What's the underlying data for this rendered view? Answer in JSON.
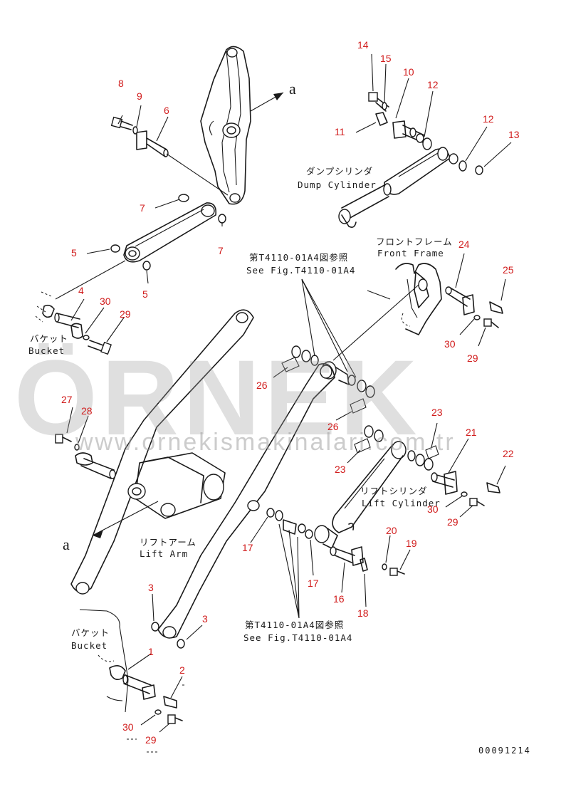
{
  "callouts": [
    {
      "id": "c1",
      "text": "1"
    },
    {
      "id": "c2",
      "text": "2"
    },
    {
      "id": "c3a",
      "text": "3"
    },
    {
      "id": "c3b",
      "text": "3"
    },
    {
      "id": "c4",
      "text": "4"
    },
    {
      "id": "c5a",
      "text": "5"
    },
    {
      "id": "c5b",
      "text": "5"
    },
    {
      "id": "c6",
      "text": "6"
    },
    {
      "id": "c7a",
      "text": "7"
    },
    {
      "id": "c7b",
      "text": "7"
    },
    {
      "id": "c8",
      "text": "8"
    },
    {
      "id": "c9",
      "text": "9"
    },
    {
      "id": "c10",
      "text": "10"
    },
    {
      "id": "c11",
      "text": "11"
    },
    {
      "id": "c12a",
      "text": "12"
    },
    {
      "id": "c12b",
      "text": "12"
    },
    {
      "id": "c13",
      "text": "13"
    },
    {
      "id": "c14",
      "text": "14"
    },
    {
      "id": "c15",
      "text": "15"
    },
    {
      "id": "c16",
      "text": "16"
    },
    {
      "id": "c17a",
      "text": "17"
    },
    {
      "id": "c17b",
      "text": "17"
    },
    {
      "id": "c18",
      "text": "18"
    },
    {
      "id": "c19",
      "text": "19"
    },
    {
      "id": "c20",
      "text": "20"
    },
    {
      "id": "c21",
      "text": "21"
    },
    {
      "id": "c22",
      "text": "22"
    },
    {
      "id": "c23a",
      "text": "23"
    },
    {
      "id": "c23b",
      "text": "23"
    },
    {
      "id": "c24",
      "text": "24"
    },
    {
      "id": "c25",
      "text": "25"
    },
    {
      "id": "c26a",
      "text": "26"
    },
    {
      "id": "c26b",
      "text": "26"
    },
    {
      "id": "c27",
      "text": "27"
    },
    {
      "id": "c28",
      "text": "28"
    },
    {
      "id": "c29a",
      "text": "29"
    },
    {
      "id": "c29b",
      "text": "29"
    },
    {
      "id": "c29c",
      "text": "29"
    },
    {
      "id": "c29d",
      "text": "29"
    },
    {
      "id": "c30a",
      "text": "30"
    },
    {
      "id": "c30b",
      "text": "30"
    },
    {
      "id": "c30c",
      "text": "30"
    },
    {
      "id": "c30d",
      "text": "30"
    }
  ],
  "labels": {
    "dump_cylinder_jp": "ダンプシリンダ",
    "dump_cylinder_en": "Dump Cylinder",
    "front_frame_jp": "フロントフレーム",
    "front_frame_en": "Front Frame",
    "see_fig_top_jp": "第T4110-01A4図参照",
    "see_fig_top_en": "See Fig.T4110-01A4",
    "bucket_top_jp": "バケット",
    "bucket_top_en": "Bucket",
    "lift_cylinder_jp": "リフトシリンダ",
    "lift_cylinder_en": "Lift Cylinder",
    "lift_arm_jp": "リフトアーム",
    "lift_arm_en": "Lift Arm",
    "see_fig_bottom_jp": "第T4110-01A4図参照",
    "see_fig_bottom_en": "See Fig.T4110-01A4",
    "bucket_bottom_jp": "バケット",
    "bucket_bottom_en": "Bucket",
    "ref_a_top": "a",
    "ref_a_bottom": "a",
    "drawing_code": "00091214"
  },
  "watermark": {
    "brand": "ÖRNEK",
    "site": "www.ornekismakinalari.com.tr"
  }
}
